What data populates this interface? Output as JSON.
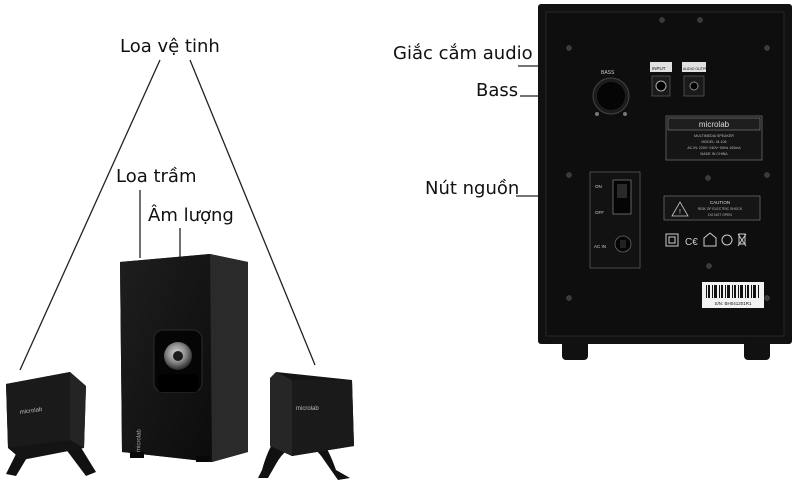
{
  "labels": {
    "satellite": "Loa vệ tinh",
    "subwoofer": "Loa trầm",
    "volume": "Âm lượng",
    "audio_jack": "Giắc cắm audio",
    "bass": "Bass",
    "power_button": "Nút nguồn"
  },
  "speaker_brand": "microlab",
  "rear_panel": {
    "brand": "microlab",
    "bass_label": "BASS",
    "input_label": "INPUT",
    "output_label": "AUDIO OUTPUT",
    "model_line_1": "MULTIMEDIA SPEAKER",
    "model_line_2": "MODEL: M-108",
    "model_line_3": "AC IN: 220V~240V~50Hz 100mA",
    "model_line_4": "MADE IN CHINA",
    "switch_on": "ON",
    "switch_off": "OFF",
    "ac_in": "AC IN",
    "caution_1": "CAUTION",
    "caution_2": "RISK OF ELECTRIC SHOCK",
    "caution_3": "DO NOT OPEN",
    "serial": "S/N: BH041201R1"
  },
  "colors": {
    "speaker_body": "#161616",
    "panel": "#0e0e0e",
    "line": "#222222"
  }
}
